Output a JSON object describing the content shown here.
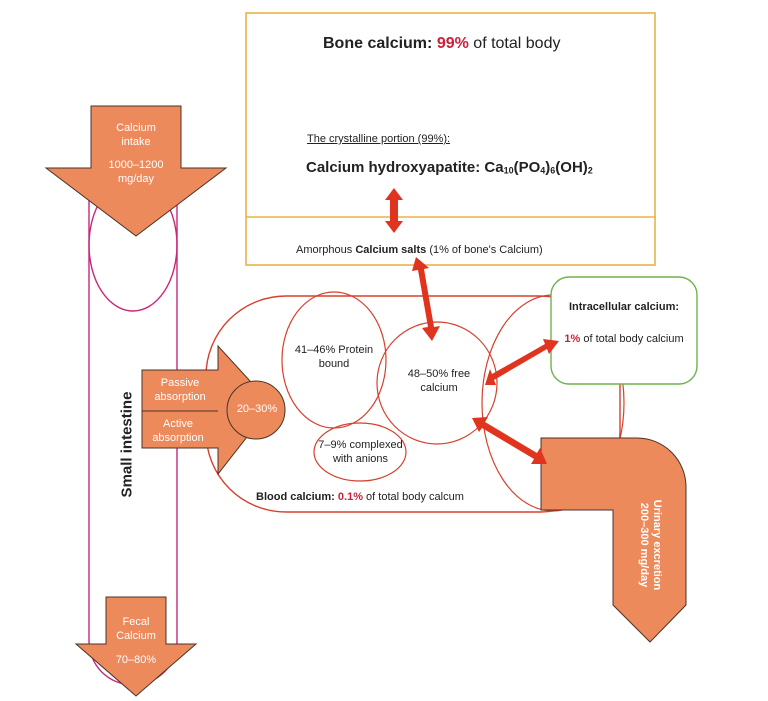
{
  "colors": {
    "arrow_fill": "#ec8a5c",
    "arrow_stroke": "#4a3328",
    "bone_box": "#e9b347",
    "blood_outline": "#d6402c",
    "intestine_outline": "#c8287a",
    "intracellular_box": "#6fb24c",
    "exchange_arrow": "#e0341e",
    "highlight_red": "#cc1f3a"
  },
  "bone": {
    "title_prefix": "Bone calcium:",
    "title_value": "99%",
    "title_suffix": "of total body",
    "crystalline_label": "The crystalline portion (99%):",
    "hydroxyapatite_name": "Calcium hydroxyapatite:",
    "formula": {
      "ca": "Ca",
      "ca_sub": "10",
      "po": "(PO",
      "po_sub": "4",
      "po_close": ")",
      "po_count": "6",
      "oh": "(OH)",
      "oh_sub": "2"
    },
    "amorphous_prefix": "Amorphous",
    "amorphous_bold": "Calcium salts",
    "amorphous_suffix": "(1% of bone's Calcium)"
  },
  "intake": {
    "line1": "Calcium",
    "line2": "intake",
    "line3": "1000–1200",
    "line4": "mg/day"
  },
  "intestine": {
    "label": "Small intestine"
  },
  "absorption": {
    "passive_line1": "Passive",
    "passive_line2": "absorption",
    "active_line1": "Active",
    "active_line2": "absorption",
    "rate": "20–30%"
  },
  "blood": {
    "protein_line1": "41–46% Protein",
    "protein_line2": "bound",
    "free_line1": "48–50% free",
    "free_line2": "calcium",
    "complexed_line1": "7–9% complexed",
    "complexed_line2": "with anions",
    "footer_prefix": "Blood calcium:",
    "footer_value": "0.1%",
    "footer_suffix": "of total body calcum"
  },
  "intracellular": {
    "title": "Intracellular calcium:",
    "value": "1%",
    "suffix": "of total body calcium"
  },
  "urinary": {
    "line1": "Urinary excretion",
    "line2": "200–300 mg/day"
  },
  "fecal": {
    "line1": "Fecal",
    "line2": "Calcium",
    "line3": "70–80%"
  }
}
